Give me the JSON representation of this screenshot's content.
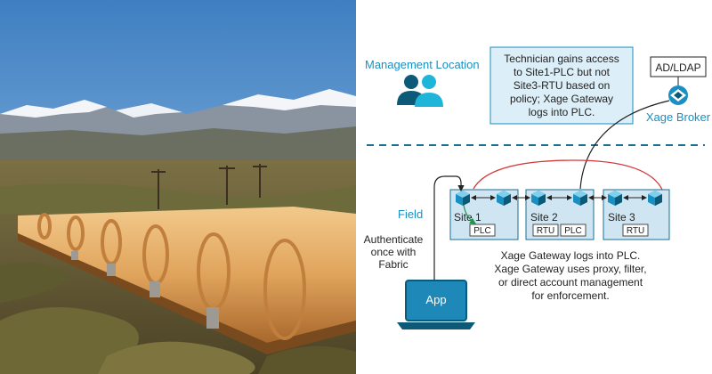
{
  "photo": {
    "alt": "pipeline-landscape"
  },
  "colors": {
    "accent": "#1a8fc1",
    "site_box_fill": "#cfe6f2",
    "note_box_fill": "#dceef7",
    "red": "#d43a3a",
    "dark": "#222222"
  },
  "labels": {
    "management_location": "Management Location",
    "field": "Field",
    "xage_broker": "Xage Broker",
    "ad_ldap": "AD/LDAP",
    "auth_line1": "Authenticate",
    "auth_line2": "once with",
    "auth_line3": "Fabric",
    "app": "App"
  },
  "note": {
    "line1": "Technician gains access",
    "line2": "to Site1-PLC but not",
    "line3": "Site3-RTU based on",
    "line4": "policy; Xage Gateway",
    "line5": "logs into PLC."
  },
  "sites": [
    {
      "label": "Site 1",
      "devices": [
        "PLC"
      ]
    },
    {
      "label": "Site 2",
      "devices": [
        "RTU",
        "PLC"
      ]
    },
    {
      "label": "Site 3",
      "devices": [
        "RTU"
      ]
    }
  ],
  "bottom_text": {
    "line1": "Xage Gateway logs into PLC.",
    "line2": "Xage Gateway uses proxy, filter,",
    "line3": "or direct account management",
    "line4": "for enforcement."
  },
  "icons": {
    "users": "users-icon",
    "broker": "xage-broker-icon",
    "gateway": "gateway-cube-icon",
    "laptop": "laptop-icon"
  }
}
